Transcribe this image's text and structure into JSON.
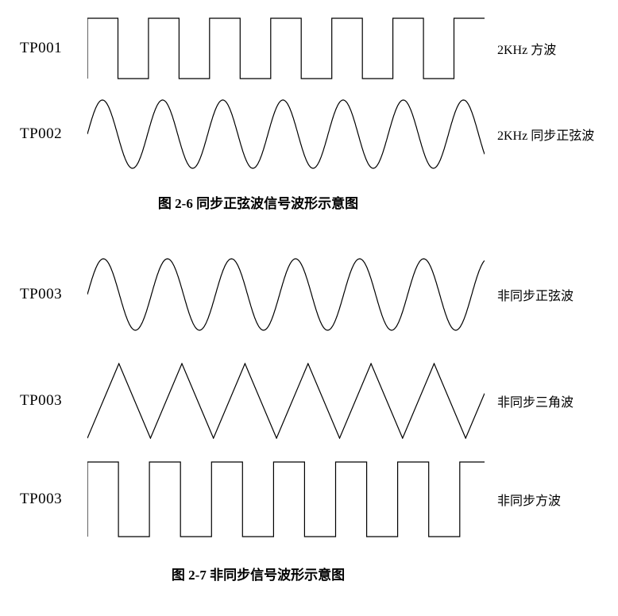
{
  "page": {
    "background": "#ffffff",
    "ink": "#000000"
  },
  "figures": [
    {
      "caption": "图 2-6 同步正弦波信号波形示意图",
      "rows": [
        {
          "tp": "TP001",
          "label": "2KHz 方波",
          "wave": "square",
          "cycles": 6.5
        },
        {
          "tp": "TP002",
          "label": "2KHz 同步正弦波",
          "wave": "sine",
          "cycles": 6.6
        }
      ]
    },
    {
      "caption": "图 2-7 非同步信号波形示意图",
      "rows": [
        {
          "tp": "TP003",
          "label": "非同步正弦波",
          "wave": "sine",
          "cycles": 6.2
        },
        {
          "tp": "TP003",
          "label": "非同步三角波",
          "wave": "triangle",
          "cycles": 6.3
        },
        {
          "tp": "TP003",
          "label": "非同步方波",
          "wave": "square",
          "cycles": 6.4
        }
      ]
    }
  ]
}
